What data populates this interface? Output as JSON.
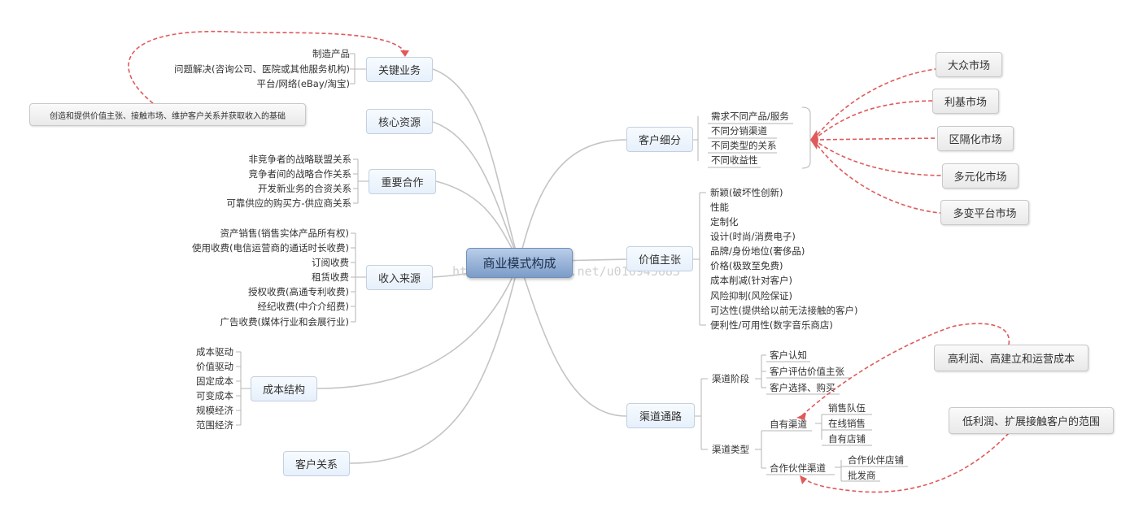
{
  "root": "商业模式构成",
  "watermark": "http://blog.csdn.net/u010945683",
  "left": {
    "key_activities": {
      "label": "关键业务",
      "items": [
        "制造产品",
        "问题解决(咨询公司、医院或其他服务机构)",
        "平台/网络(eBay/淘宝)"
      ]
    },
    "core_note": "创造和提供价值主张、接触市场、维护客户关系并获取收入的基础",
    "key_resources": {
      "label": "核心资源"
    },
    "key_partners": {
      "label": "重要合作",
      "items": [
        "非竞争者的战略联盟关系",
        "竞争者间的战略合作关系",
        "开发新业务的合资关系",
        "可靠供应的购买方-供应商关系"
      ]
    },
    "revenue": {
      "label": "收入来源",
      "items": [
        "资产销售(销售实体产品所有权)",
        "使用收费(电信运营商的通话时长收费)",
        "订阅收费",
        "租赁收费",
        "授权收费(高通专利收费)",
        "经纪收费(中介介绍费)",
        "广告收费(媒体行业和会展行业)"
      ]
    },
    "cost": {
      "label": "成本结构",
      "items": [
        "成本驱动",
        "价值驱动",
        "固定成本",
        "可变成本",
        "规模经济",
        "范围经济"
      ]
    },
    "relationship": {
      "label": "客户关系"
    }
  },
  "right": {
    "segments": {
      "label": "客户细分",
      "items": [
        "需求不同产品/服务",
        "不同分销渠道",
        "不同类型的关系",
        "不同收益性"
      ],
      "markets": [
        "大众市场",
        "利基市场",
        "区隔化市场",
        "多元化市场",
        "多变平台市场"
      ]
    },
    "value": {
      "label": "价值主张",
      "items": [
        "新颖(破坏性创新)",
        "性能",
        "定制化",
        "设计(时尚/消费电子)",
        "品牌/身份地位(奢侈品)",
        "价格(极致至免费)",
        "成本削减(针对客户)",
        "风险抑制(风险保证)",
        "可达性(提供给以前无法接触的客户)",
        "便利性/可用性(数字音乐商店)"
      ]
    },
    "channels": {
      "label": "渠道通路",
      "stage": {
        "label": "渠道阶段",
        "items": [
          "客户认知",
          "客户评估价值主张",
          "客户选择、购买"
        ]
      },
      "type": {
        "label": "渠道类型",
        "own": {
          "label": "自有渠道",
          "items": [
            "销售队伍",
            "在线销售",
            "自有店铺"
          ]
        },
        "partner": {
          "label": "合作伙伴渠道",
          "items": [
            "合作伙伴店铺",
            "批发商"
          ]
        }
      },
      "note_high": "高利润、高建立和运营成本",
      "note_low": "低利润、扩展接触客户的范围"
    }
  }
}
